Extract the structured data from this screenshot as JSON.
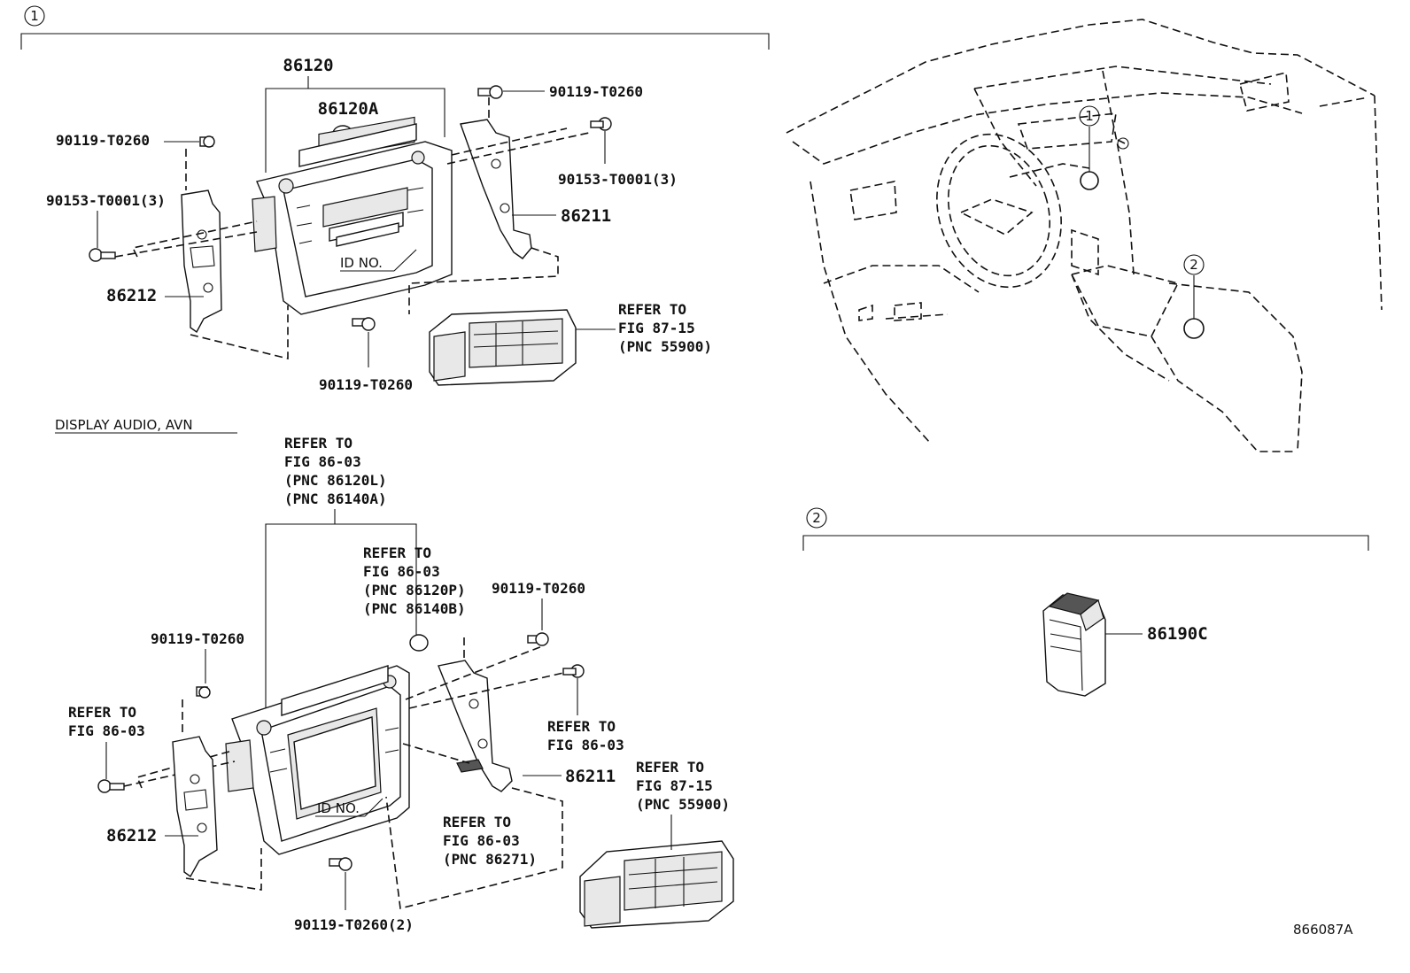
{
  "section1": {
    "marker": "1",
    "labels": {
      "p86120": "86120",
      "p86120a": "86120A",
      "bolt_tl": "90119-T0260",
      "screw_tl": "90153-T0001(3)",
      "p86212": "86212",
      "id_no": "ID NO.",
      "bolt_bottom": "90119-T0260",
      "bolt_tr": "90119-T0260",
      "screw_tr": "90153-T0001(3)",
      "p86211": "86211",
      "refer_tr_1": "REFER TO",
      "refer_tr_2": "FIG 87-15",
      "refer_tr_3": "(PNC 55900)"
    }
  },
  "section1b": {
    "heading": "DISPLAY AUDIO, AVN",
    "labels": {
      "refer_top_1": "REFER TO",
      "refer_top_2": "FIG 86-03",
      "refer_top_3": "(PNC 86120L)",
      "refer_top_4": "(PNC 86140A)",
      "refer_mid_1": "REFER TO",
      "refer_mid_2": "FIG 86-03",
      "refer_mid_3": "(PNC 86120P)",
      "refer_mid_4": "(PNC 86140B)",
      "bolt_tr": "90119-T0260",
      "bolt_tl": "90119-T0260",
      "refer_left_1": "REFER TO",
      "refer_left_2": "FIG 86-03",
      "refer_right_1": "REFER TO",
      "refer_right_2": "FIG 86-03",
      "p86211": "86211",
      "refer_unit_1": "REFER TO",
      "refer_unit_2": "FIG 87-15",
      "refer_unit_3": "(PNC 55900)",
      "id_no": "ID NO.",
      "refer_id_1": "REFER TO",
      "refer_id_2": "FIG 86-03",
      "refer_id_3": "(PNC 86271)",
      "p86212": "86212",
      "bolt_bottom": "90119-T0260(2)"
    }
  },
  "section2": {
    "marker": "2",
    "labels": {
      "p86190c": "86190C"
    }
  },
  "dashboard": {
    "marker1": "1",
    "marker2": "2"
  },
  "diagram_id": "866087A"
}
